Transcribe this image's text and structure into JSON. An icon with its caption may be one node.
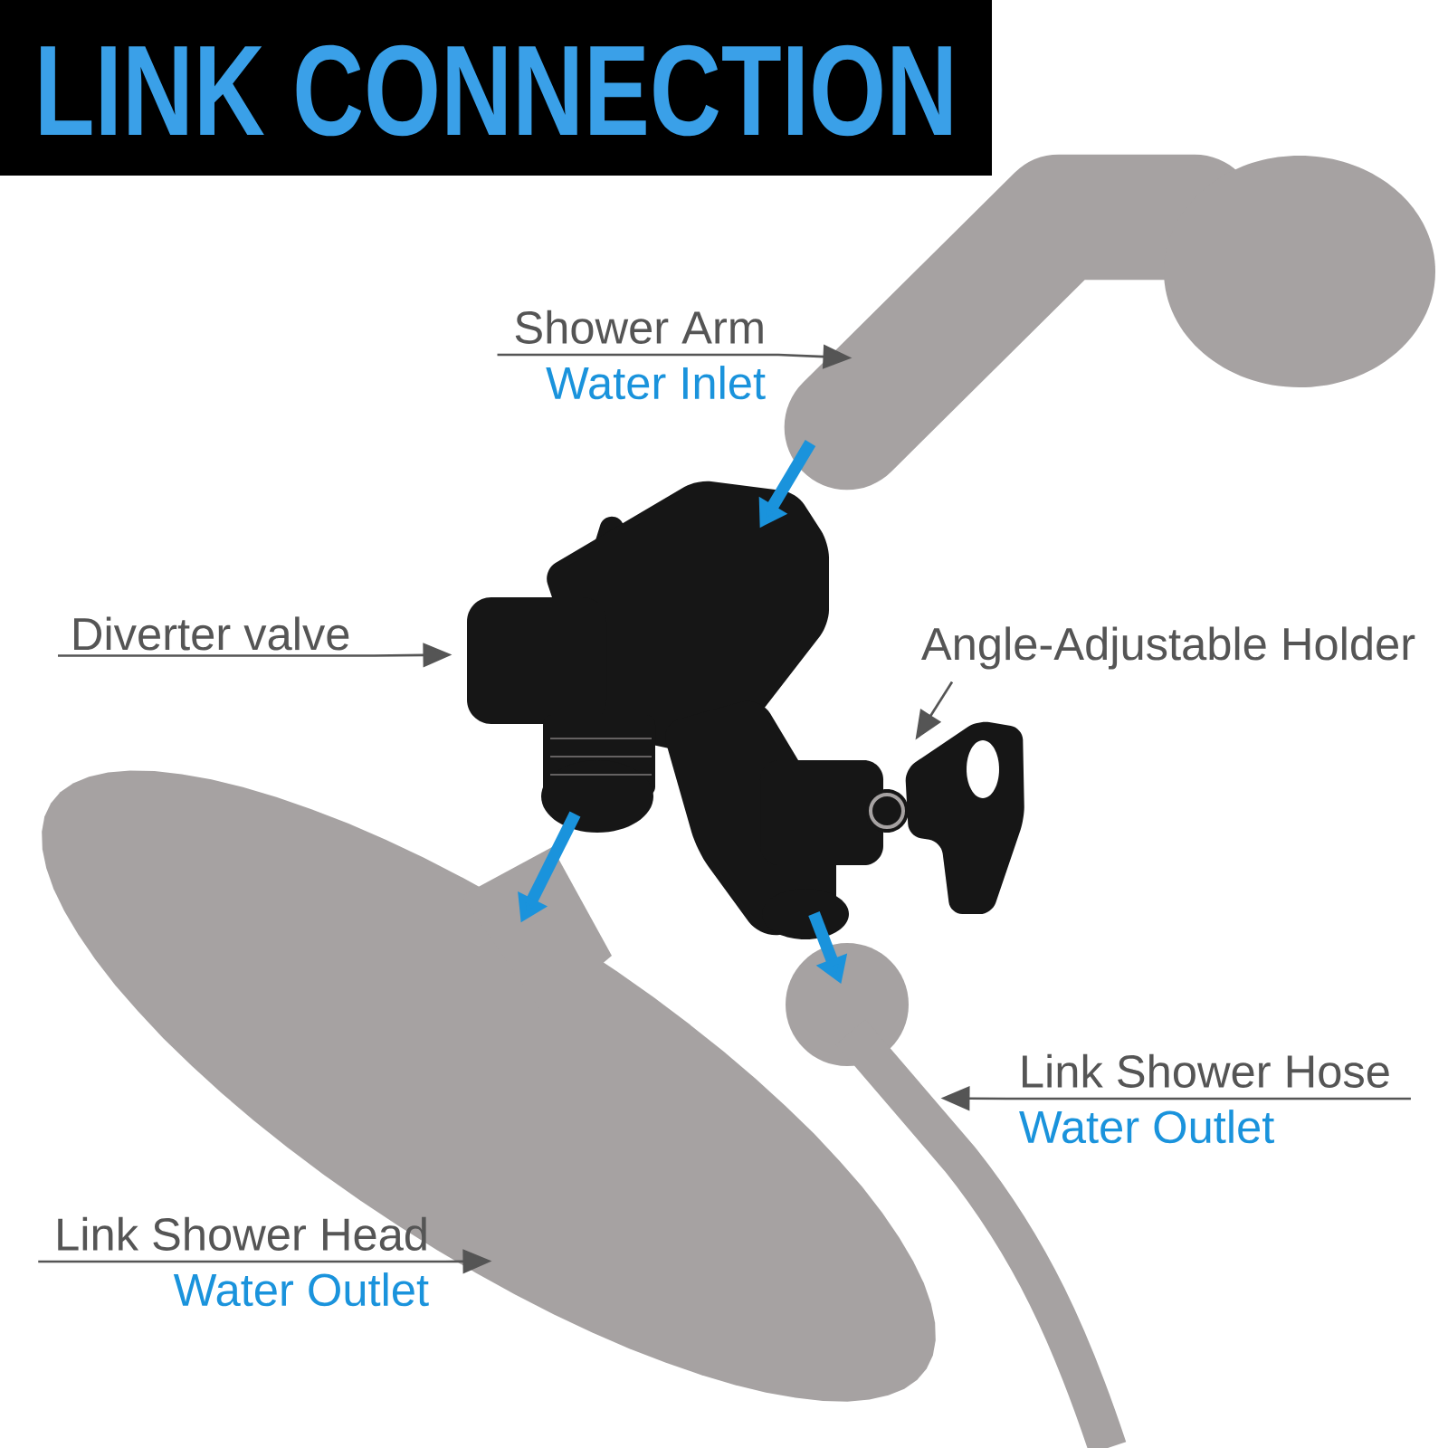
{
  "diagram": {
    "title": "LINK CONNECTION",
    "nodes": [
      {
        "text": [
          "Shower Arm",
          "Water Inlet"
        ]
      },
      {
        "text": [],
        "shape": "picture"
      },
      {
        "text": [
          "Diverter valve"
        ]
      },
      {
        "text": [],
        "shape": "picture"
      },
      {
        "text": [
          "Angle-Adjustable Holder"
        ]
      },
      {
        "text": [],
        "shape": "picture"
      },
      {
        "text": [],
        "shape": "picture"
      },
      {
        "text": [
          "Link Shower Hose",
          "Water Outlet"
        ]
      },
      {
        "text": [],
        "shape": "picture"
      },
      {
        "text": [
          "Link Shower Head",
          "Water Outlet"
        ]
      }
    ],
    "edges": [
      {
        "from": 0,
        "to": 1,
        "arrow": "to"
      },
      {
        "from": 1,
        "to": 3,
        "arrow": "to",
        "style": "thick",
        "color": "#1a93dc"
      },
      {
        "from": 2,
        "to": 3,
        "arrow": "to"
      },
      {
        "from": 4,
        "to": 5,
        "arrow": "to"
      },
      {
        "from": 3,
        "to": 6,
        "arrow": "to",
        "style": "thick",
        "color": "#1a93dc"
      },
      {
        "from": 3,
        "to": 8,
        "arrow": "to",
        "style": "thick",
        "color": "#1a93dc"
      },
      {
        "from": 7,
        "to": 8,
        "arrow": "to"
      },
      {
        "from": 9,
        "to": 6,
        "arrow": "to"
      }
    ]
  }
}
